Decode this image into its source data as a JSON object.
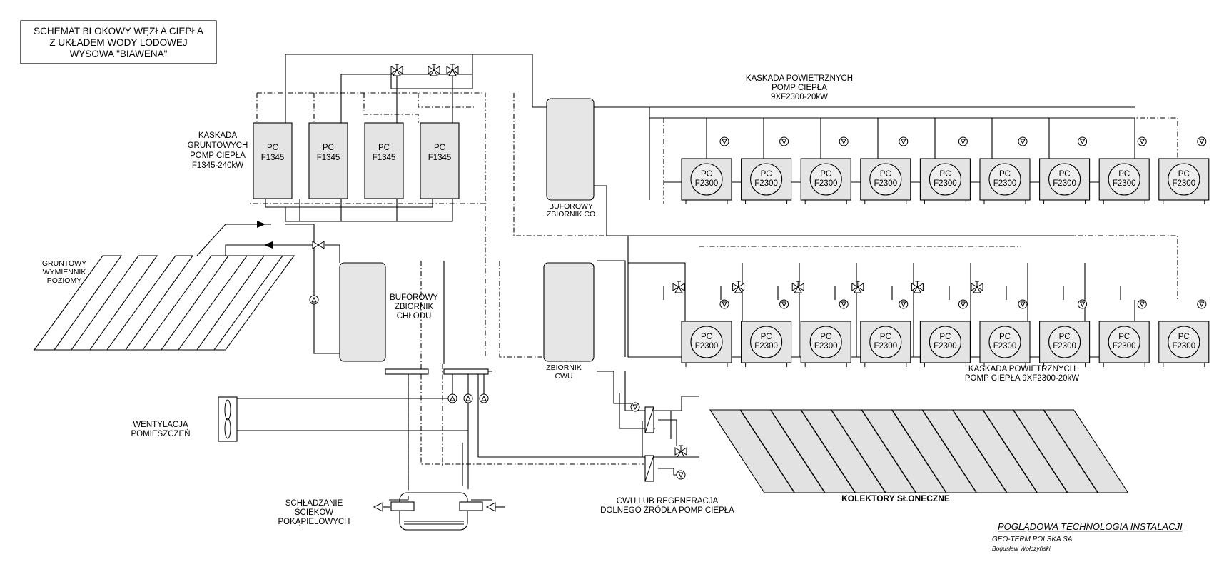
{
  "title_lines": [
    "SCHEMAT BLOKOWY WĘZŁA CIEPŁA",
    "Z UKŁADEM WODY LODOWEJ",
    "WYSOWA \"BIAWENA\""
  ],
  "ground_cascade": {
    "label_lines": [
      "KASKADA",
      "GRUNTOWYCH",
      "POMP CIEPŁA",
      "F1345-240kW"
    ],
    "pumps": [
      {
        "line1": "PC",
        "line2": "F1345"
      },
      {
        "line1": "PC",
        "line2": "F1345"
      },
      {
        "line1": "PC",
        "line2": "F1345"
      },
      {
        "line1": "PC",
        "line2": "F1345"
      }
    ]
  },
  "air_cascade_top": {
    "label_lines": [
      "KASKADA POWIETRZNYCH",
      "POMP CIEPŁA",
      "9XF2300-20kW"
    ],
    "pump_line1": "PC",
    "pump_line2": "F2300",
    "count": 9
  },
  "air_cascade_bottom": {
    "label_lines": [
      "KASKADA POWIETRZNYCH",
      "POMP CIEPŁA  9XF2300-20kW"
    ],
    "pump_line1": "PC",
    "pump_line2": "F2300",
    "count": 9
  },
  "labels": {
    "buffer_co": [
      "BUFOROWY",
      "ZBIORNIK CO"
    ],
    "buffer_cold": [
      "BUFOROWY",
      "ZBIORNIK",
      "CHŁODU"
    ],
    "tank_cwu": [
      "ZBIORNIK",
      "CWU"
    ],
    "ground_exchanger": [
      "GRUNTOWY",
      "WYMIENNIK",
      "POZIOMY"
    ],
    "ventilation": [
      "WENTYLACJA",
      "POMIESZCZEŃ"
    ],
    "waste_cooling": [
      "SCHŁADZANIE",
      "ŚCIEKÓW",
      "POKĄPIELOWYCH"
    ],
    "cwu_regeneration": [
      "CWU LUB REGENERACJA",
      "DOLNEGO ŹRÓDŁA POMP CIEPŁA"
    ],
    "solar_collectors": "KOLEKTORY SŁONECZNE"
  },
  "footer": {
    "title": "POGLĄDOWA  TECHNOLOGIA  INSTALACJI",
    "company": "GEO-TERM POLSKA SA",
    "author": "Bogusław Wołczyński"
  }
}
